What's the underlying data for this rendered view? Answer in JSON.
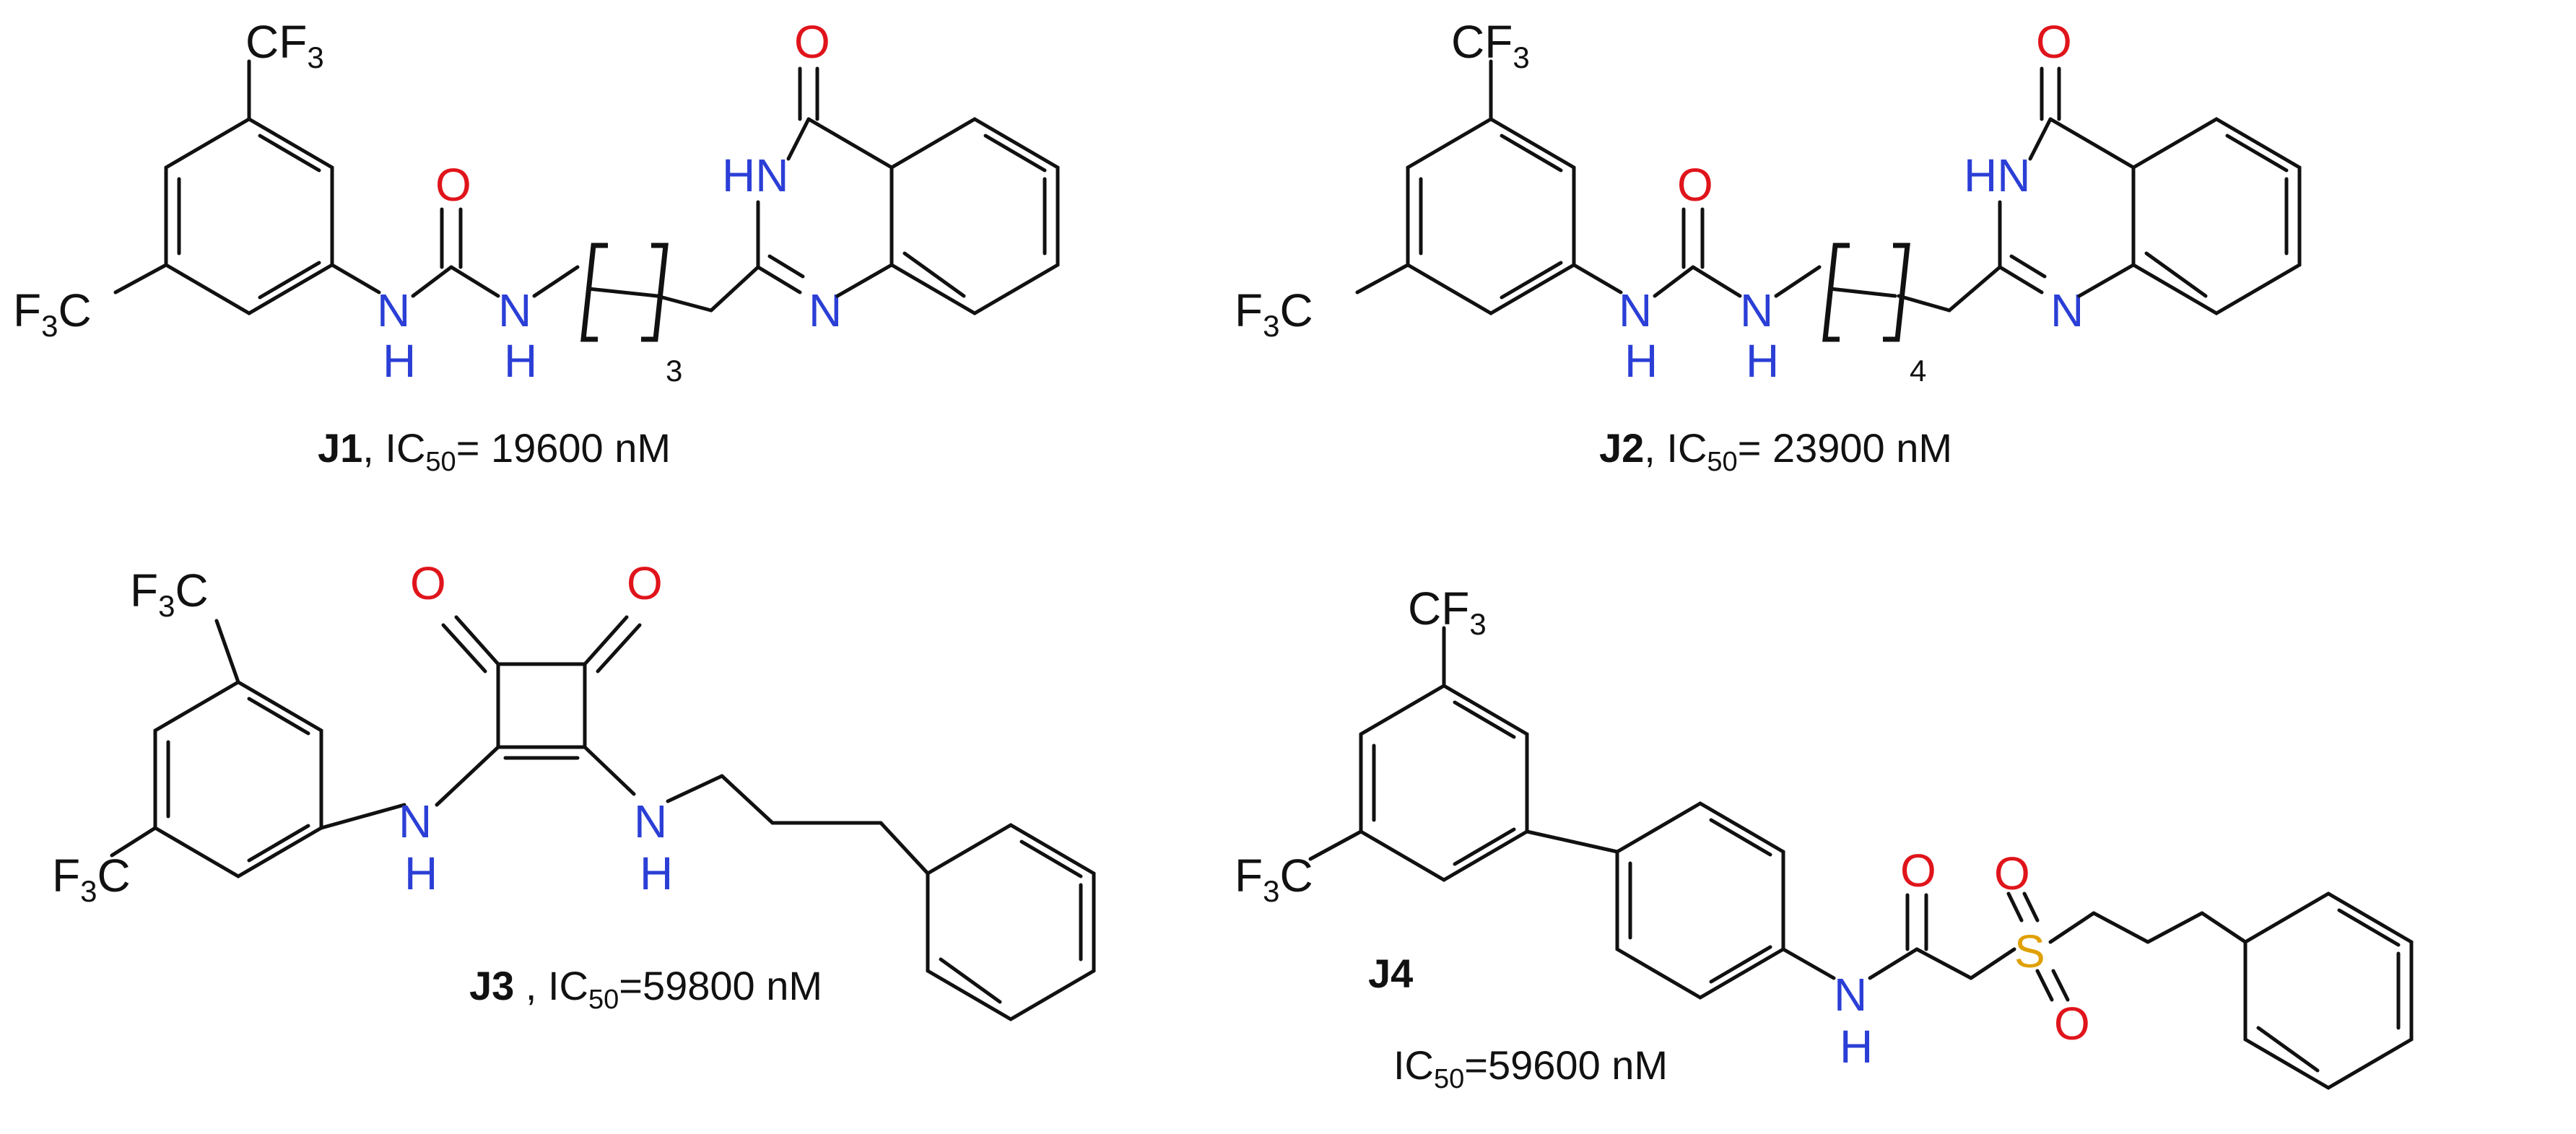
{
  "compounds": [
    {
      "id": "J1",
      "ic50_label": "IC",
      "ic50_sub": "50",
      "ic50_value": "= 19600 nM",
      "repeat_n": "3"
    },
    {
      "id": "J2",
      "ic50_label": "IC",
      "ic50_sub": "50",
      "ic50_value": "= 23900 nM",
      "repeat_n": "4"
    },
    {
      "id": "J3",
      "ic50_label": "IC",
      "ic50_sub": "50",
      "ic50_value": "=59800  nM"
    },
    {
      "id": "J4",
      "ic50_label": "IC",
      "ic50_sub": "50",
      "ic50_value": "=59600  nM"
    }
  ],
  "atoms": {
    "cf3_main": "CF",
    "cf3_sub": "3",
    "f3c_f": "F",
    "f3c_sub": "3",
    "f3c_c": "C",
    "oxygen": "O",
    "nitrogen": "N",
    "hydrogen": "H",
    "nh_ring": "HN",
    "sulfur": "S"
  },
  "colors": {
    "heteroatom_N": "#2b3fd6",
    "heteroatom_O": "#e0141b",
    "heteroatom_S": "#e0a000",
    "bond": "#111111"
  }
}
